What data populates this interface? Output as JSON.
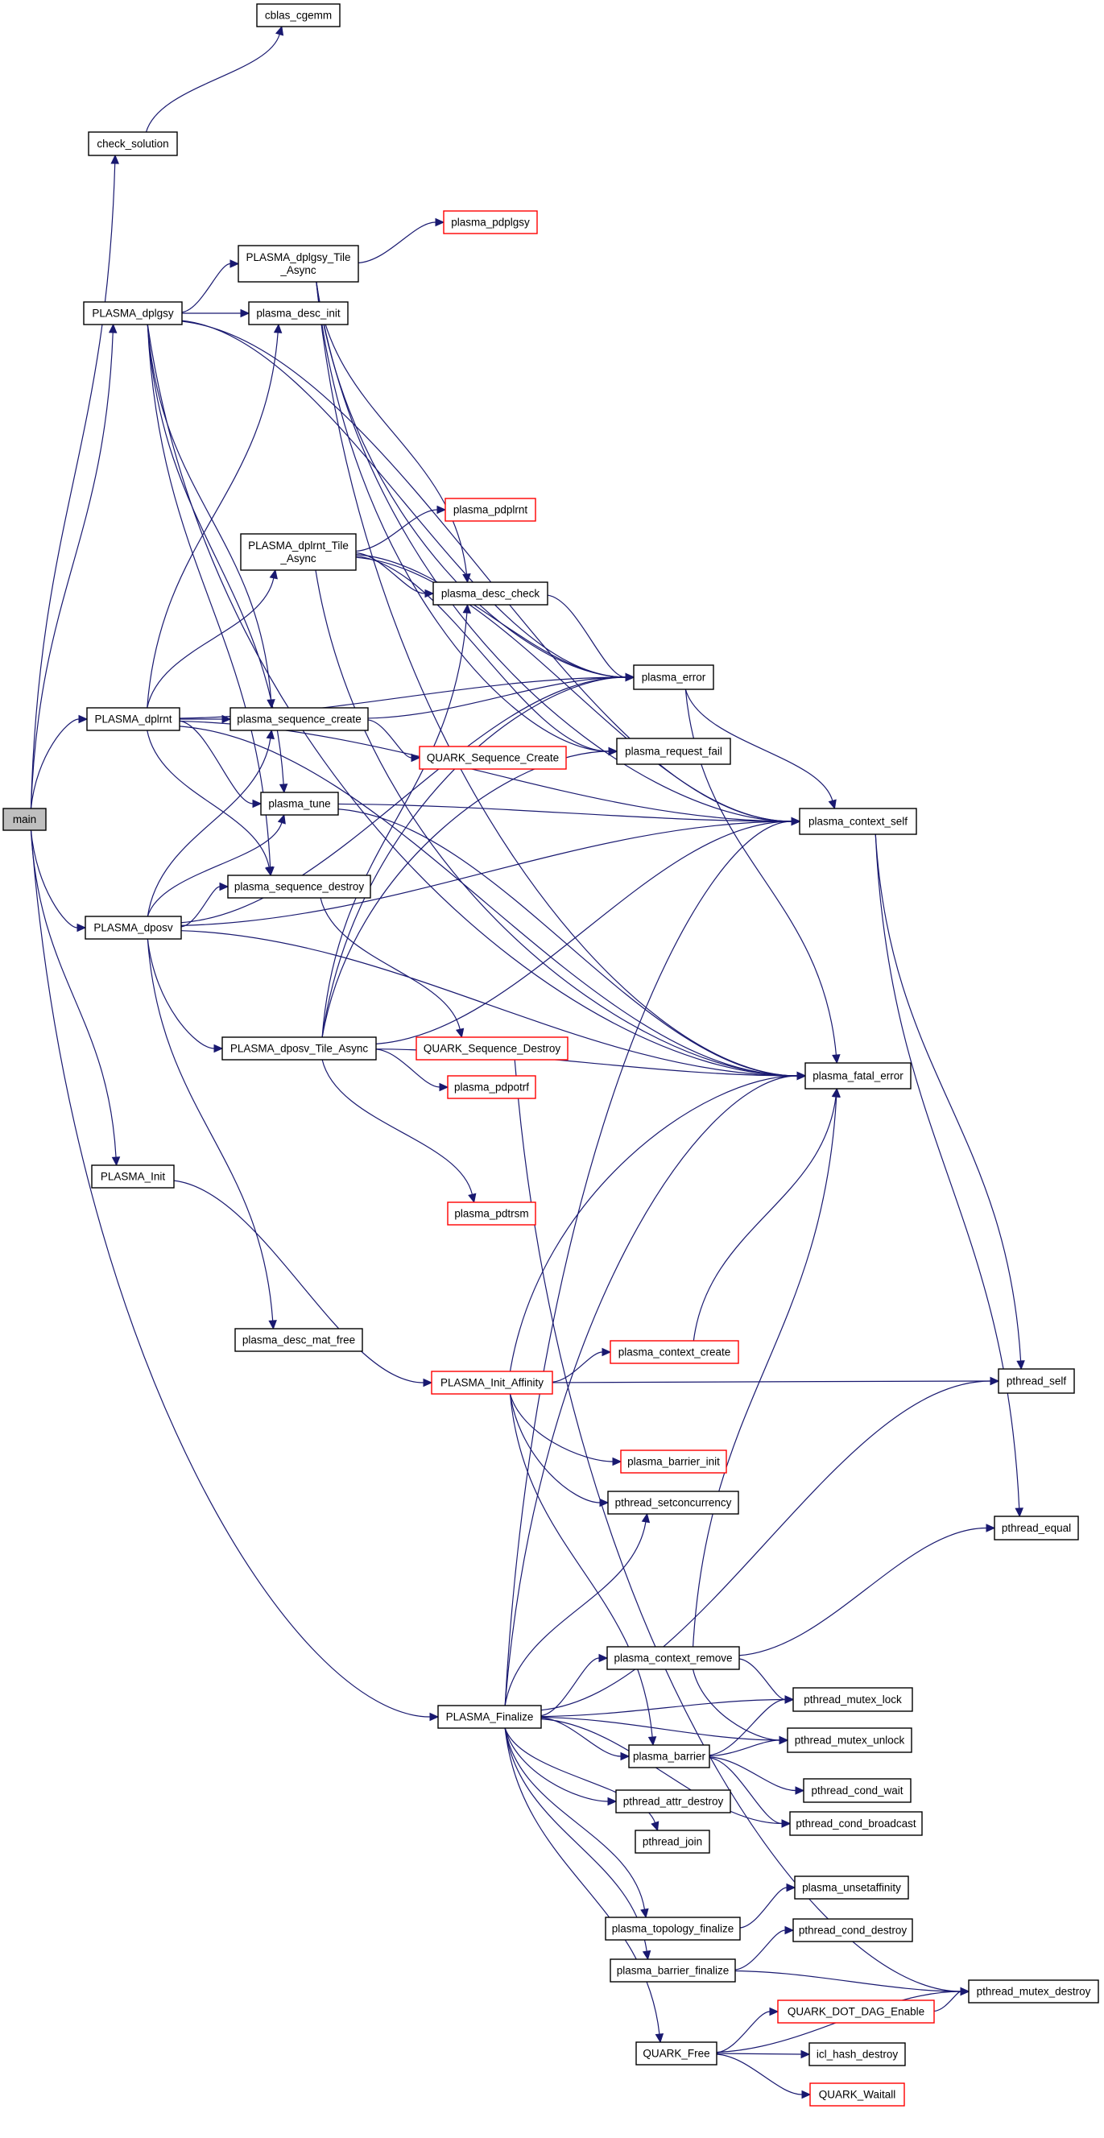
{
  "diagram": {
    "type": "call-graph",
    "colors": {
      "edge": "#191970",
      "node_border": "#000000",
      "external_node_border": "#ff0000",
      "root_fill": "#bfbfbf",
      "node_fill": "#ffffff"
    },
    "nodes": [
      {
        "id": "main",
        "label": "main",
        "kind": "root"
      },
      {
        "id": "cblas_cgemm",
        "label": "cblas_cgemm",
        "kind": "normal"
      },
      {
        "id": "check_solution",
        "label": "check_solution",
        "kind": "normal"
      },
      {
        "id": "PLASMA_dplgsy",
        "label": "PLASMA_dplgsy",
        "kind": "normal"
      },
      {
        "id": "PLASMA_dplgsy_Tile_Async",
        "label": "PLASMA_dplgsy_Tile\n_Async",
        "kind": "normal"
      },
      {
        "id": "plasma_pdplgsy",
        "label": "plasma_pdplgsy",
        "kind": "external"
      },
      {
        "id": "plasma_desc_init",
        "label": "plasma_desc_init",
        "kind": "normal"
      },
      {
        "id": "PLASMA_dplrnt_Tile_Async",
        "label": "PLASMA_dplrnt_Tile\n_Async",
        "kind": "normal"
      },
      {
        "id": "plasma_pdplrnt",
        "label": "plasma_pdplrnt",
        "kind": "external"
      },
      {
        "id": "plasma_desc_check",
        "label": "plasma_desc_check",
        "kind": "normal"
      },
      {
        "id": "plasma_error",
        "label": "plasma_error",
        "kind": "normal"
      },
      {
        "id": "PLASMA_dplrnt",
        "label": "PLASMA_dplrnt",
        "kind": "normal"
      },
      {
        "id": "plasma_sequence_create",
        "label": "plasma_sequence_create",
        "kind": "normal"
      },
      {
        "id": "plasma_request_fail",
        "label": "plasma_request_fail",
        "kind": "normal"
      },
      {
        "id": "QUARK_Sequence_Create",
        "label": "QUARK_Sequence_Create",
        "kind": "external"
      },
      {
        "id": "plasma_tune",
        "label": "plasma_tune",
        "kind": "normal"
      },
      {
        "id": "plasma_context_self",
        "label": "plasma_context_self",
        "kind": "normal"
      },
      {
        "id": "plasma_sequence_destroy",
        "label": "plasma_sequence_destroy",
        "kind": "normal"
      },
      {
        "id": "PLASMA_dposv",
        "label": "PLASMA_dposv",
        "kind": "normal"
      },
      {
        "id": "plasma_fatal_error",
        "label": "plasma_fatal_error",
        "kind": "normal"
      },
      {
        "id": "PLASMA_dposv_Tile_Async",
        "label": "PLASMA_dposv_Tile_Async",
        "kind": "normal"
      },
      {
        "id": "QUARK_Sequence_Destroy",
        "label": "QUARK_Sequence_Destroy",
        "kind": "external"
      },
      {
        "id": "plasma_pdpotrf",
        "label": "plasma_pdpotrf",
        "kind": "external"
      },
      {
        "id": "PLASMA_Init",
        "label": "PLASMA_Init",
        "kind": "normal"
      },
      {
        "id": "plasma_pdtrsm",
        "label": "plasma_pdtrsm",
        "kind": "external"
      },
      {
        "id": "plasma_desc_mat_free",
        "label": "plasma_desc_mat_free",
        "kind": "normal"
      },
      {
        "id": "plasma_context_create",
        "label": "plasma_context_create",
        "kind": "external"
      },
      {
        "id": "PLASMA_Init_Affinity",
        "label": "PLASMA_Init_Affinity",
        "kind": "external"
      },
      {
        "id": "pthread_self",
        "label": "pthread_self",
        "kind": "normal"
      },
      {
        "id": "plasma_barrier_init",
        "label": "plasma_barrier_init",
        "kind": "external"
      },
      {
        "id": "pthread_setconcurrency",
        "label": "pthread_setconcurrency",
        "kind": "normal"
      },
      {
        "id": "pthread_equal",
        "label": "pthread_equal",
        "kind": "normal"
      },
      {
        "id": "plasma_context_remove",
        "label": "plasma_context_remove",
        "kind": "normal"
      },
      {
        "id": "pthread_mutex_lock",
        "label": "pthread_mutex_lock",
        "kind": "normal"
      },
      {
        "id": "PLASMA_Finalize",
        "label": "PLASMA_Finalize",
        "kind": "normal"
      },
      {
        "id": "pthread_mutex_unlock",
        "label": "pthread_mutex_unlock",
        "kind": "normal"
      },
      {
        "id": "plasma_barrier",
        "label": "plasma_barrier",
        "kind": "normal"
      },
      {
        "id": "pthread_cond_wait",
        "label": "pthread_cond_wait",
        "kind": "normal"
      },
      {
        "id": "pthread_attr_destroy",
        "label": "pthread_attr_destroy",
        "kind": "normal"
      },
      {
        "id": "pthread_cond_broadcast",
        "label": "pthread_cond_broadcast",
        "kind": "normal"
      },
      {
        "id": "pthread_join",
        "label": "pthread_join",
        "kind": "normal"
      },
      {
        "id": "plasma_unsetaffinity",
        "label": "plasma_unsetaffinity",
        "kind": "normal"
      },
      {
        "id": "plasma_topology_finalize",
        "label": "plasma_topology_finalize",
        "kind": "normal"
      },
      {
        "id": "pthread_cond_destroy",
        "label": "pthread_cond_destroy",
        "kind": "normal"
      },
      {
        "id": "plasma_barrier_finalize",
        "label": "plasma_barrier_finalize",
        "kind": "normal"
      },
      {
        "id": "pthread_mutex_destroy",
        "label": "pthread_mutex_destroy",
        "kind": "normal"
      },
      {
        "id": "QUARK_DOT_DAG_Enable",
        "label": "QUARK_DOT_DAG_Enable",
        "kind": "external"
      },
      {
        "id": "QUARK_Free",
        "label": "QUARK_Free",
        "kind": "normal"
      },
      {
        "id": "icl_hash_destroy",
        "label": "icl_hash_destroy",
        "kind": "normal"
      },
      {
        "id": "QUARK_Waitall",
        "label": "QUARK_Waitall",
        "kind": "external"
      }
    ],
    "edges": [
      [
        "main",
        "check_solution"
      ],
      [
        "main",
        "PLASMA_dplgsy"
      ],
      [
        "main",
        "PLASMA_dplrnt"
      ],
      [
        "main",
        "PLASMA_dposv"
      ],
      [
        "main",
        "PLASMA_Init"
      ],
      [
        "main",
        "PLASMA_Finalize"
      ],
      [
        "check_solution",
        "cblas_cgemm"
      ],
      [
        "PLASMA_dplgsy",
        "PLASMA_dplgsy_Tile_Async"
      ],
      [
        "PLASMA_dplgsy",
        "plasma_desc_init"
      ],
      [
        "PLASMA_dplgsy",
        "plasma_error"
      ],
      [
        "PLASMA_dplgsy",
        "plasma_context_self"
      ],
      [
        "PLASMA_dplgsy",
        "plasma_fatal_error"
      ],
      [
        "PLASMA_dplgsy",
        "plasma_sequence_create"
      ],
      [
        "PLASMA_dplgsy",
        "plasma_tune"
      ],
      [
        "PLASMA_dplgsy",
        "plasma_sequence_destroy"
      ],
      [
        "PLASMA_dplgsy_Tile_Async",
        "plasma_pdplgsy"
      ],
      [
        "PLASMA_dplgsy_Tile_Async",
        "plasma_error"
      ],
      [
        "PLASMA_dplgsy_Tile_Async",
        "plasma_context_self"
      ],
      [
        "PLASMA_dplgsy_Tile_Async",
        "plasma_desc_check"
      ],
      [
        "PLASMA_dplgsy_Tile_Async",
        "plasma_request_fail"
      ],
      [
        "PLASMA_dplgsy_Tile_Async",
        "plasma_fatal_error"
      ],
      [
        "PLASMA_dplrnt",
        "PLASMA_dplrnt_Tile_Async"
      ],
      [
        "PLASMA_dplrnt",
        "plasma_desc_init"
      ],
      [
        "PLASMA_dplrnt",
        "plasma_sequence_create"
      ],
      [
        "PLASMA_dplrnt",
        "plasma_error"
      ],
      [
        "PLASMA_dplrnt",
        "plasma_tune"
      ],
      [
        "PLASMA_dplrnt",
        "plasma_sequence_destroy"
      ],
      [
        "PLASMA_dplrnt",
        "plasma_context_self"
      ],
      [
        "PLASMA_dplrnt",
        "plasma_fatal_error"
      ],
      [
        "PLASMA_dplrnt_Tile_Async",
        "plasma_pdplrnt"
      ],
      [
        "PLASMA_dplrnt_Tile_Async",
        "plasma_desc_check"
      ],
      [
        "PLASMA_dplrnt_Tile_Async",
        "plasma_error"
      ],
      [
        "PLASMA_dplrnt_Tile_Async",
        "plasma_request_fail"
      ],
      [
        "PLASMA_dplrnt_Tile_Async",
        "plasma_context_self"
      ],
      [
        "PLASMA_dplrnt_Tile_Async",
        "plasma_fatal_error"
      ],
      [
        "plasma_desc_check",
        "plasma_error"
      ],
      [
        "plasma_sequence_create",
        "plasma_error"
      ],
      [
        "plasma_sequence_create",
        "QUARK_Sequence_Create"
      ],
      [
        "plasma_error",
        "plasma_context_self"
      ],
      [
        "plasma_error",
        "plasma_fatal_error"
      ],
      [
        "plasma_tune",
        "plasma_context_self"
      ],
      [
        "plasma_tune",
        "plasma_fatal_error"
      ],
      [
        "plasma_context_self",
        "pthread_self"
      ],
      [
        "plasma_context_self",
        "pthread_equal"
      ],
      [
        "plasma_sequence_destroy",
        "QUARK_Sequence_Destroy"
      ],
      [
        "PLASMA_dposv",
        "plasma_sequence_create"
      ],
      [
        "PLASMA_dposv",
        "plasma_tune"
      ],
      [
        "PLASMA_dposv",
        "plasma_sequence_destroy"
      ],
      [
        "PLASMA_dposv",
        "plasma_error"
      ],
      [
        "PLASMA_dposv",
        "PLASMA_dposv_Tile_Async"
      ],
      [
        "PLASMA_dposv",
        "plasma_context_self"
      ],
      [
        "PLASMA_dposv",
        "plasma_fatal_error"
      ],
      [
        "PLASMA_dposv",
        "plasma_desc_mat_free"
      ],
      [
        "PLASMA_dposv_Tile_Async",
        "plasma_desc_check"
      ],
      [
        "PLASMA_dposv_Tile_Async",
        "plasma_error"
      ],
      [
        "PLASMA_dposv_Tile_Async",
        "plasma_request_fail"
      ],
      [
        "PLASMA_dposv_Tile_Async",
        "plasma_context_self"
      ],
      [
        "PLASMA_dposv_Tile_Async",
        "plasma_pdpotrf"
      ],
      [
        "PLASMA_dposv_Tile_Async",
        "plasma_fatal_error"
      ],
      [
        "PLASMA_dposv_Tile_Async",
        "plasma_pdtrsm"
      ],
      [
        "QUARK_Sequence_Destroy",
        "pthread_mutex_destroy"
      ],
      [
        "PLASMA_Init",
        "PLASMA_Init_Affinity"
      ],
      [
        "PLASMA_Init_Affinity",
        "plasma_context_create"
      ],
      [
        "PLASMA_Init_Affinity",
        "plasma_fatal_error"
      ],
      [
        "PLASMA_Init_Affinity",
        "pthread_self"
      ],
      [
        "PLASMA_Init_Affinity",
        "plasma_barrier_init"
      ],
      [
        "PLASMA_Init_Affinity",
        "pthread_setconcurrency"
      ],
      [
        "PLASMA_Init_Affinity",
        "plasma_barrier"
      ],
      [
        "plasma_context_create",
        "plasma_fatal_error"
      ],
      [
        "PLASMA_Finalize",
        "pthread_setconcurrency"
      ],
      [
        "PLASMA_Finalize",
        "plasma_context_self"
      ],
      [
        "PLASMA_Finalize",
        "plasma_fatal_error"
      ],
      [
        "PLASMA_Finalize",
        "pthread_self"
      ],
      [
        "PLASMA_Finalize",
        "plasma_context_remove"
      ],
      [
        "PLASMA_Finalize",
        "pthread_mutex_lock"
      ],
      [
        "PLASMA_Finalize",
        "pthread_mutex_unlock"
      ],
      [
        "PLASMA_Finalize",
        "plasma_barrier"
      ],
      [
        "PLASMA_Finalize",
        "pthread_attr_destroy"
      ],
      [
        "PLASMA_Finalize",
        "pthread_join"
      ],
      [
        "PLASMA_Finalize",
        "pthread_cond_broadcast"
      ],
      [
        "PLASMA_Finalize",
        "plasma_topology_finalize"
      ],
      [
        "PLASMA_Finalize",
        "plasma_barrier_finalize"
      ],
      [
        "PLASMA_Finalize",
        "QUARK_Free"
      ],
      [
        "plasma_context_remove",
        "plasma_fatal_error"
      ],
      [
        "plasma_context_remove",
        "pthread_equal"
      ],
      [
        "plasma_context_remove",
        "pthread_mutex_lock"
      ],
      [
        "plasma_context_remove",
        "pthread_mutex_unlock"
      ],
      [
        "plasma_barrier",
        "pthread_mutex_lock"
      ],
      [
        "plasma_barrier",
        "pthread_mutex_unlock"
      ],
      [
        "plasma_barrier",
        "pthread_cond_wait"
      ],
      [
        "plasma_barrier",
        "pthread_cond_broadcast"
      ],
      [
        "plasma_topology_finalize",
        "plasma_unsetaffinity"
      ],
      [
        "plasma_barrier_finalize",
        "pthread_cond_destroy"
      ],
      [
        "plasma_barrier_finalize",
        "pthread_mutex_destroy"
      ],
      [
        "QUARK_Free",
        "QUARK_DOT_DAG_Enable"
      ],
      [
        "QUARK_Free",
        "icl_hash_destroy"
      ],
      [
        "QUARK_Free",
        "QUARK_Waitall"
      ],
      [
        "QUARK_Free",
        "pthread_mutex_destroy"
      ],
      [
        "QUARK_DOT_DAG_Enable",
        "pthread_mutex_destroy"
      ]
    ]
  }
}
